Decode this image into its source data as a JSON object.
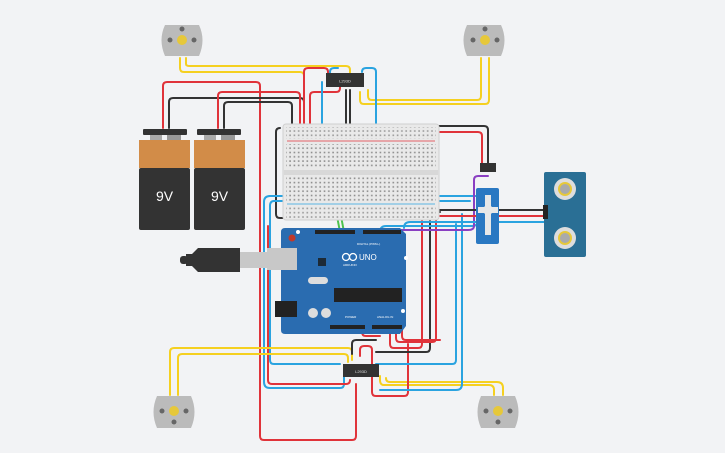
{
  "canvas": {
    "background": "#f2f3f5"
  },
  "components": {
    "battery_left": {
      "label": "9V",
      "type": "9V battery"
    },
    "battery_right": {
      "label": "9V",
      "type": "9V battery"
    },
    "driver_top": {
      "label": "L293D",
      "type": "H-bridge motor driver"
    },
    "driver_bottom": {
      "label": "L293D",
      "type": "H-bridge motor driver"
    },
    "arduino": {
      "brand": "ARDUINO",
      "model": "UNO",
      "digital_label": "DIGITAL (PWM~)",
      "power_label": "POWER",
      "analog_label": "ANALOG IN",
      "type": "Arduino Uno"
    },
    "breadboard": {
      "type": "Breadboard small"
    },
    "servo": {
      "type": "Micro servo"
    },
    "ultrasonic": {
      "type": "Ultrasonic distance sensor"
    },
    "motors": [
      {
        "id": "motor-top-left",
        "type": "DC motor"
      },
      {
        "id": "motor-top-right",
        "type": "DC motor"
      },
      {
        "id": "motor-bottom-left",
        "type": "DC motor"
      },
      {
        "id": "motor-bottom-right",
        "type": "DC motor"
      }
    ],
    "usb_cable": {
      "type": "USB cable"
    }
  },
  "wire_colors": {
    "red": "#e0333a",
    "black": "#333333",
    "yellow": "#f5d020",
    "blue": "#2aa3e0",
    "green": "#4cc24c",
    "purple": "#8a3fc2",
    "orange": "#f08a24"
  }
}
